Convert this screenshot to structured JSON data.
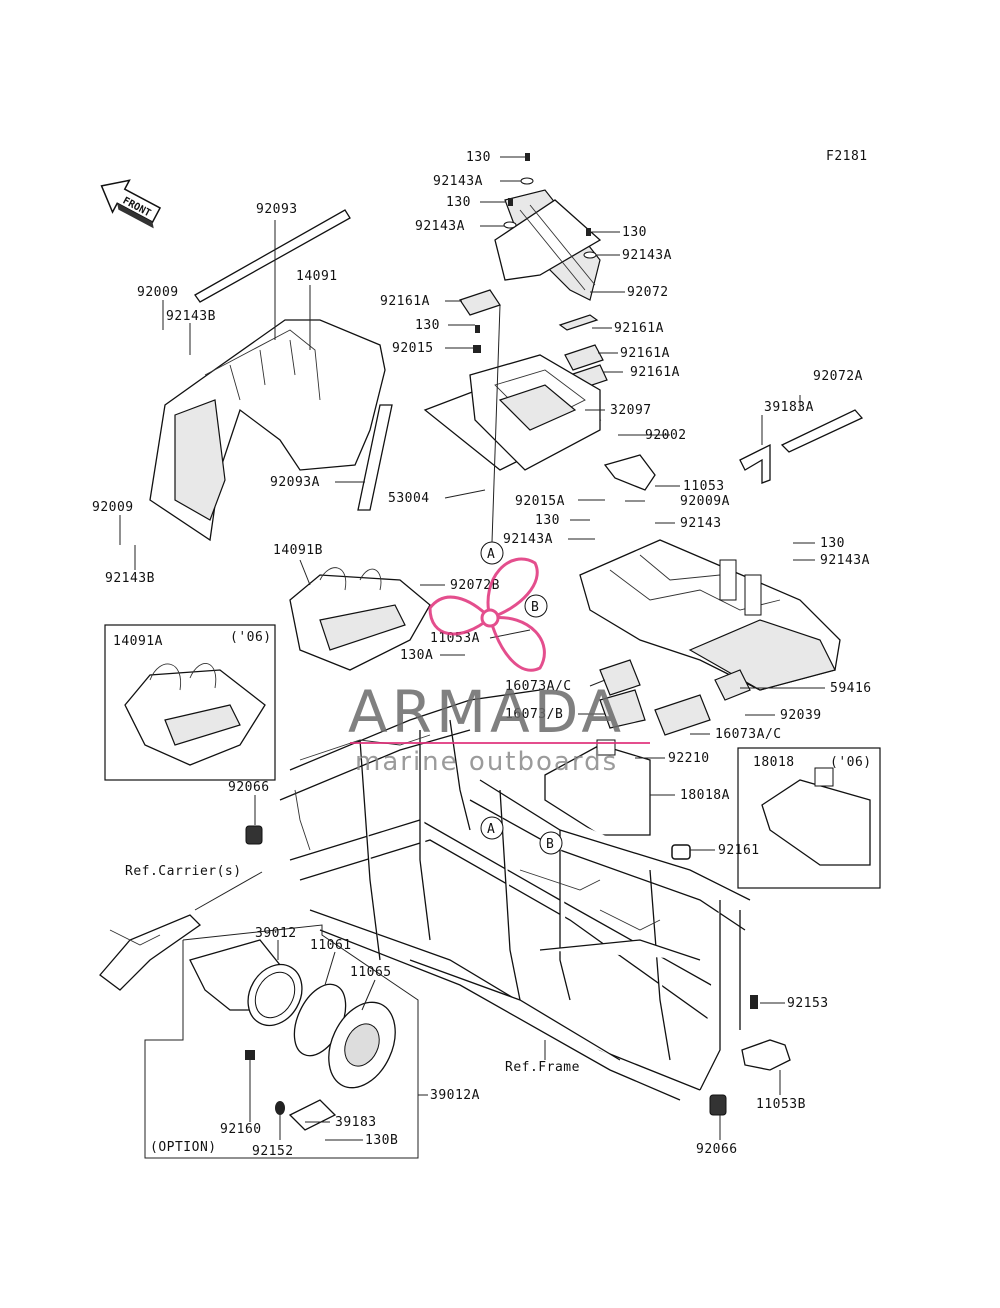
{
  "diagram": {
    "code": "F2181",
    "front_label": "FRONT",
    "callouts_circle": [
      "A",
      "B",
      "A",
      "B"
    ],
    "labels": {
      "l130_1": "130",
      "l92143A_1": "92143A",
      "l130_2": "130",
      "l92143A_2": "92143A",
      "l130_3": "130",
      "l92143A_3": "92143A",
      "l92072": "92072",
      "l92161A_1": "92161A",
      "l130_4": "130",
      "l92015": "92015",
      "l92161A_2": "92161A",
      "l92161A_3": "92161A",
      "l92161A_4": "92161A",
      "l32097": "32097",
      "l92002": "92002",
      "l92093": "92093",
      "l14091": "14091",
      "l92009_1": "92009",
      "l92143B_1": "92143B",
      "l92093A": "92093A",
      "l53004": "53004",
      "l92009_2": "92009",
      "l92143B_2": "92143B",
      "l92072A": "92072A",
      "l39183A": "39183A",
      "l11053": "11053",
      "l92015A": "92015A",
      "l92009A": "92009A",
      "l130_5": "130",
      "l92143": "92143",
      "l92143A_4": "92143A",
      "l130_6": "130",
      "l92143A_5": "92143A",
      "l14091B": "14091B",
      "l92072B": "92072B",
      "l11053A": "11053A",
      "l130A": "130A",
      "l14091A": "14091A",
      "l06_1": "('06)",
      "l16073AC_1": "16073A/C",
      "l16073B": "16073/B",
      "l59416": "59416",
      "l92039": "92039",
      "l16073AC_2": "16073A/C",
      "l92210": "92210",
      "l18018": "18018",
      "l06_2": "('06)",
      "l18018A": "18018A",
      "l92066_1": "92066",
      "l92161": "92161",
      "l ref_carrier": "Ref.Carrier(s)",
      "l39012": "39012",
      "l11061": "11061",
      "l11065": "11065",
      "l92153": "92153",
      "l ref_frame": "Ref.Frame",
      "l11053B": "11053B",
      "l39012A": "39012A",
      "l39183": "39183",
      "l130B": "130B",
      "l92160": "92160",
      "l92152": "92152",
      "l option": "(OPTION)",
      "l92066_2": "92066"
    }
  },
  "watermark": {
    "brand": "ARMADA",
    "tagline": "marine outboards",
    "accent_color": "#e0307a"
  }
}
